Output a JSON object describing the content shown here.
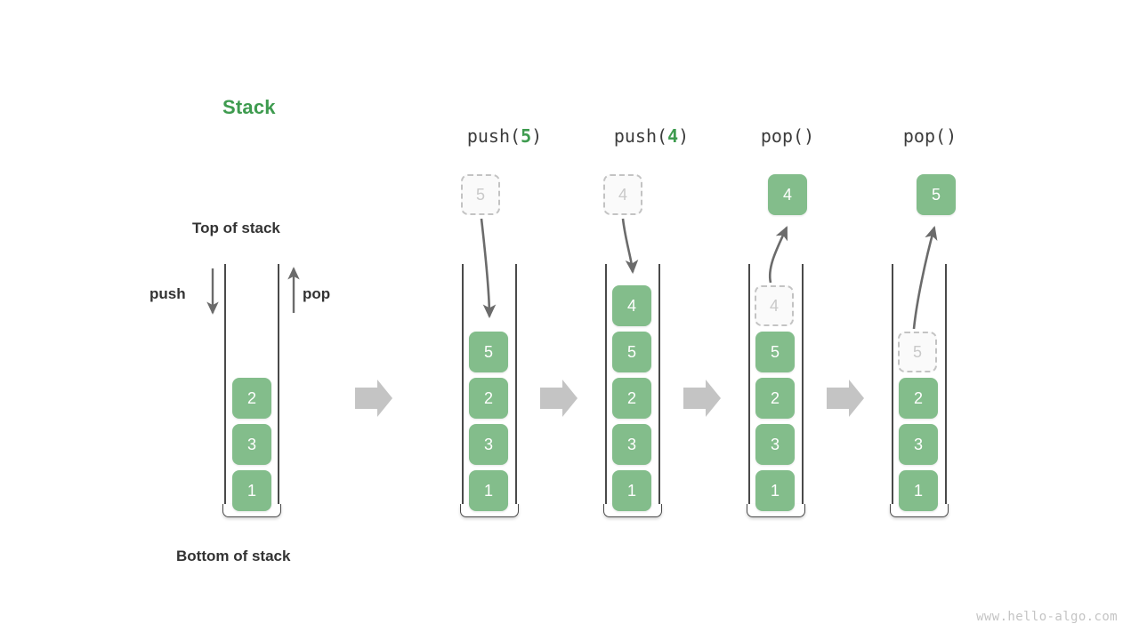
{
  "diagram": {
    "title": "Stack",
    "top_label": "Top of stack",
    "bottom_label": "Bottom of stack",
    "push_label": "push",
    "pop_label": "pop",
    "watermark": "www.hello-algo.com",
    "colors": {
      "accent_green": "#3e9b4f",
      "box_green": "#83bd8b",
      "ghost_gray": "#c9c9c9",
      "arrow_gray": "#6b6b6b",
      "flow_arrow_gray": "#c4c4c4",
      "text_dark": "#333333"
    },
    "columns": [
      {
        "id": "initial",
        "header": "",
        "header_prefix": "",
        "header_arg": "",
        "header_suffix": "",
        "stack": [
          "2",
          "3",
          "1"
        ],
        "ghost_top": null,
        "external_box": null,
        "external_box_state": ""
      },
      {
        "id": "push-5",
        "header": "push(5)",
        "header_prefix": "push(",
        "header_arg": "5",
        "header_suffix": ")",
        "stack": [
          "5",
          "2",
          "3",
          "1"
        ],
        "ghost_top": null,
        "external_box": "5",
        "external_box_state": "ghost"
      },
      {
        "id": "push-4",
        "header": "push(4)",
        "header_prefix": "push(",
        "header_arg": "4",
        "header_suffix": ")",
        "stack": [
          "4",
          "5",
          "2",
          "3",
          "1"
        ],
        "ghost_top": null,
        "external_box": "4",
        "external_box_state": "ghost"
      },
      {
        "id": "pop-1",
        "header": "pop()",
        "header_prefix": "pop(",
        "header_arg": "",
        "header_suffix": ")",
        "stack": [
          "5",
          "2",
          "3",
          "1"
        ],
        "ghost_top": "4",
        "external_box": "4",
        "external_box_state": "solid"
      },
      {
        "id": "pop-2",
        "header": "pop()",
        "header_prefix": "pop(",
        "header_arg": "",
        "header_suffix": ")",
        "stack": [
          "2",
          "3",
          "1"
        ],
        "ghost_top": "5",
        "external_box": "5",
        "external_box_state": "solid"
      }
    ],
    "flow_arrows": [
      {
        "name": "flow-arrow-1"
      },
      {
        "name": "flow-arrow-2"
      },
      {
        "name": "flow-arrow-3"
      },
      {
        "name": "flow-arrow-4"
      }
    ]
  }
}
